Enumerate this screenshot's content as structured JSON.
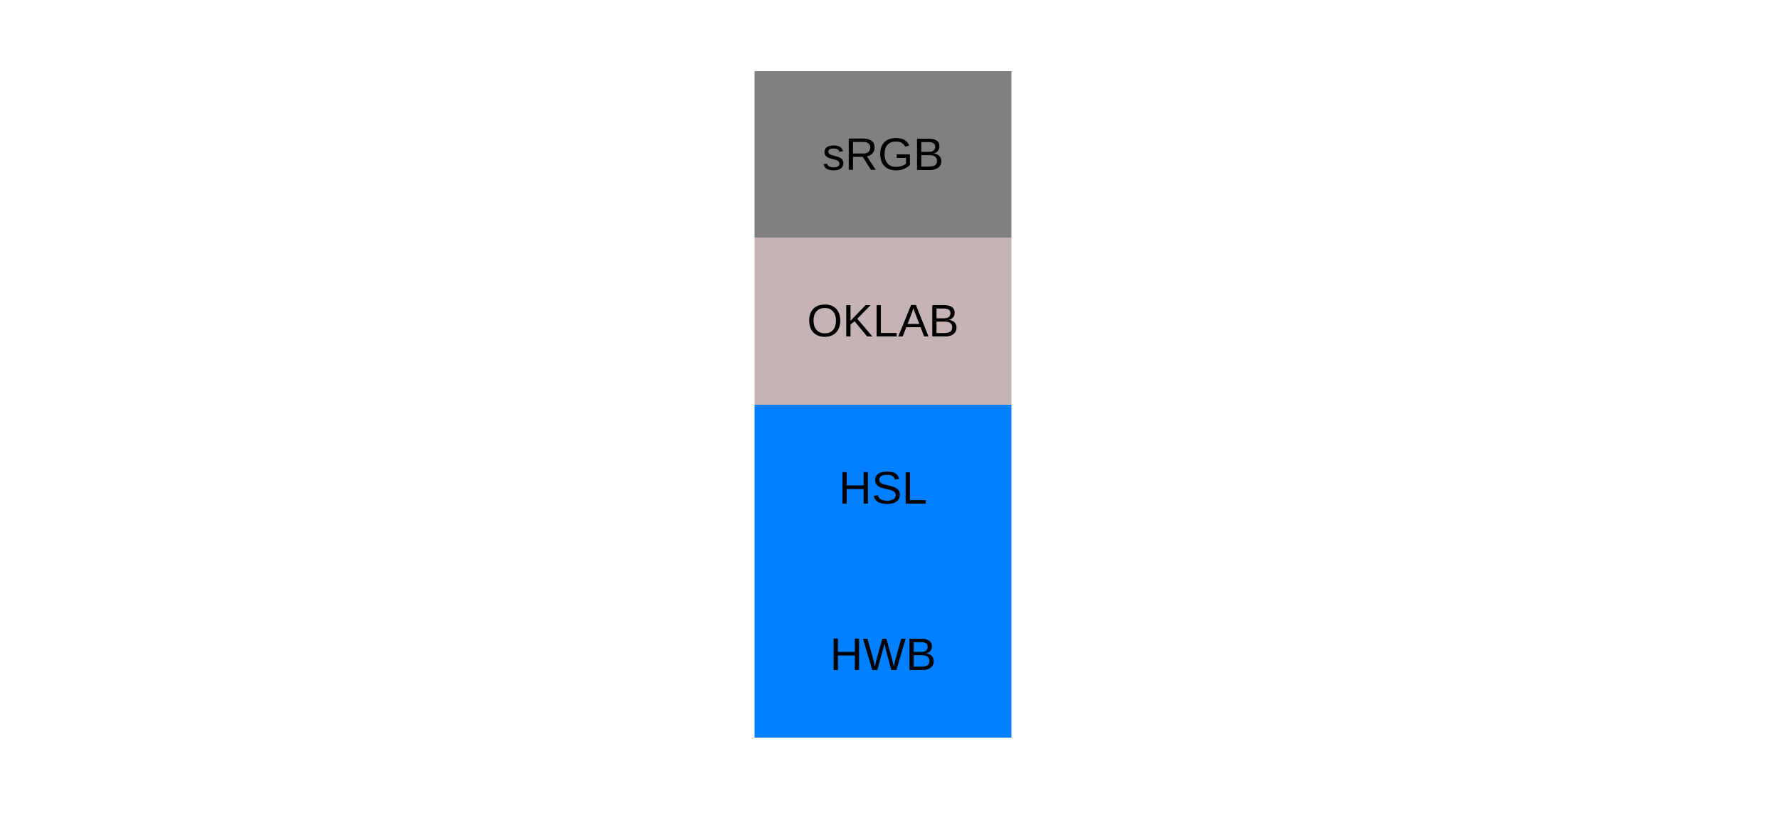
{
  "canvas": {
    "background": "#ffffff",
    "text_color": "#000000"
  },
  "swatches": [
    {
      "label": "sRGB",
      "color": "#808080"
    },
    {
      "label": "OKLAB",
      "color": "#c6b3b4"
    },
    {
      "label": "HSL",
      "color": "#0080ff"
    },
    {
      "label": "HWB",
      "color": "#0080ff"
    }
  ]
}
